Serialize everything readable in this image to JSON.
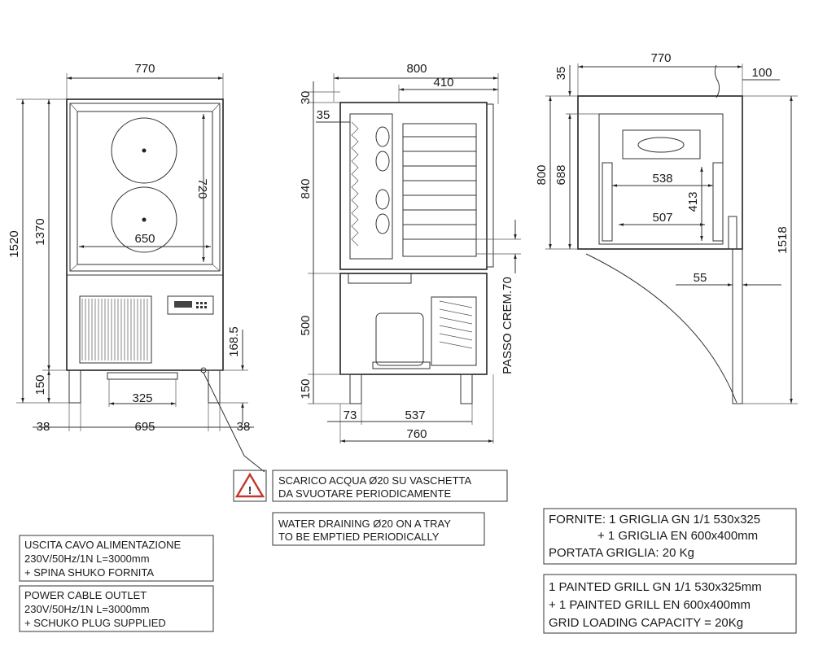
{
  "front_view": {
    "width_top": "770",
    "height_total": "1520",
    "height_body": "1370",
    "chamber_height": "720",
    "chamber_width": "650",
    "drain_height": "168.5",
    "feet_height": "150",
    "tray_width": "325",
    "side_left": "38",
    "base_width": "695",
    "side_right": "38"
  },
  "side_view": {
    "width_top": "800",
    "depth_inner": "410",
    "top_offset": "30",
    "shelf_offset": "35",
    "chamber_height": "840",
    "unit_height": "500",
    "feet_height": "150",
    "pitch_label": "PASSO CREM.70",
    "foot_offset": "73",
    "foot_span": "537",
    "base_width": "760"
  },
  "top_view": {
    "width": "770",
    "cap_height": "35",
    "door_offset": "100",
    "depth_total": "800",
    "depth_inner": "688",
    "grill_width": "538",
    "grill_depth": "413",
    "grill_width_lower": "507",
    "hinge_offset": "55",
    "door_open_depth": "1518"
  },
  "notes": {
    "warning_it_1": "SCARICO ACQUA Ø20 SU VASCHETTA",
    "warning_it_2": "DA SVUOTARE PERIODICAMENTE",
    "warning_en_1": "WATER DRAINING Ø20 ON A TRAY",
    "warning_en_2": "TO BE EMPTIED PERIODICALLY",
    "power_it_1": "USCITA CAVO ALIMENTAZIONE",
    "power_it_2": "230V/50Hz/1N L=3000mm",
    "power_it_3": "+ SPINA SHUKO FORNITA",
    "power_en_1": "POWER CABLE OUTLET",
    "power_en_2": "230V/50Hz/1N L=3000mm",
    "power_en_3": "+ SCHUKO PLUG SUPPLIED",
    "supply_it_1": "FORNITE: 1 GRIGLIA GN 1/1 530x325",
    "supply_it_2": "+ 1 GRIGLIA EN 600x400mm",
    "supply_it_3": "PORTATA GRIGLIA: 20 Kg",
    "supply_en_1": "1  PAINTED GRILL GN 1/1 530x325mm",
    "supply_en_2": "+ 1 PAINTED GRILL EN 600x400mm",
    "supply_en_3": "GRID LOADING CAPACITY = 20Kg"
  },
  "colors": {
    "line": "#222222",
    "warning_red": "#c0392b"
  }
}
